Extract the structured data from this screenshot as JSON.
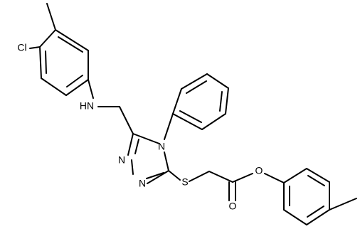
{
  "atom_labels": {
    "chlorine": "Cl",
    "amine": "HN",
    "triazole_n4": "N",
    "triazole_n2": "N",
    "triazole_n1": "N",
    "thioether": "S",
    "ester_oxygen": "O",
    "carbonyl_oxygen": "O"
  },
  "colors": {
    "bond": "#000000",
    "label": "#000000",
    "background": "#ffffff"
  }
}
